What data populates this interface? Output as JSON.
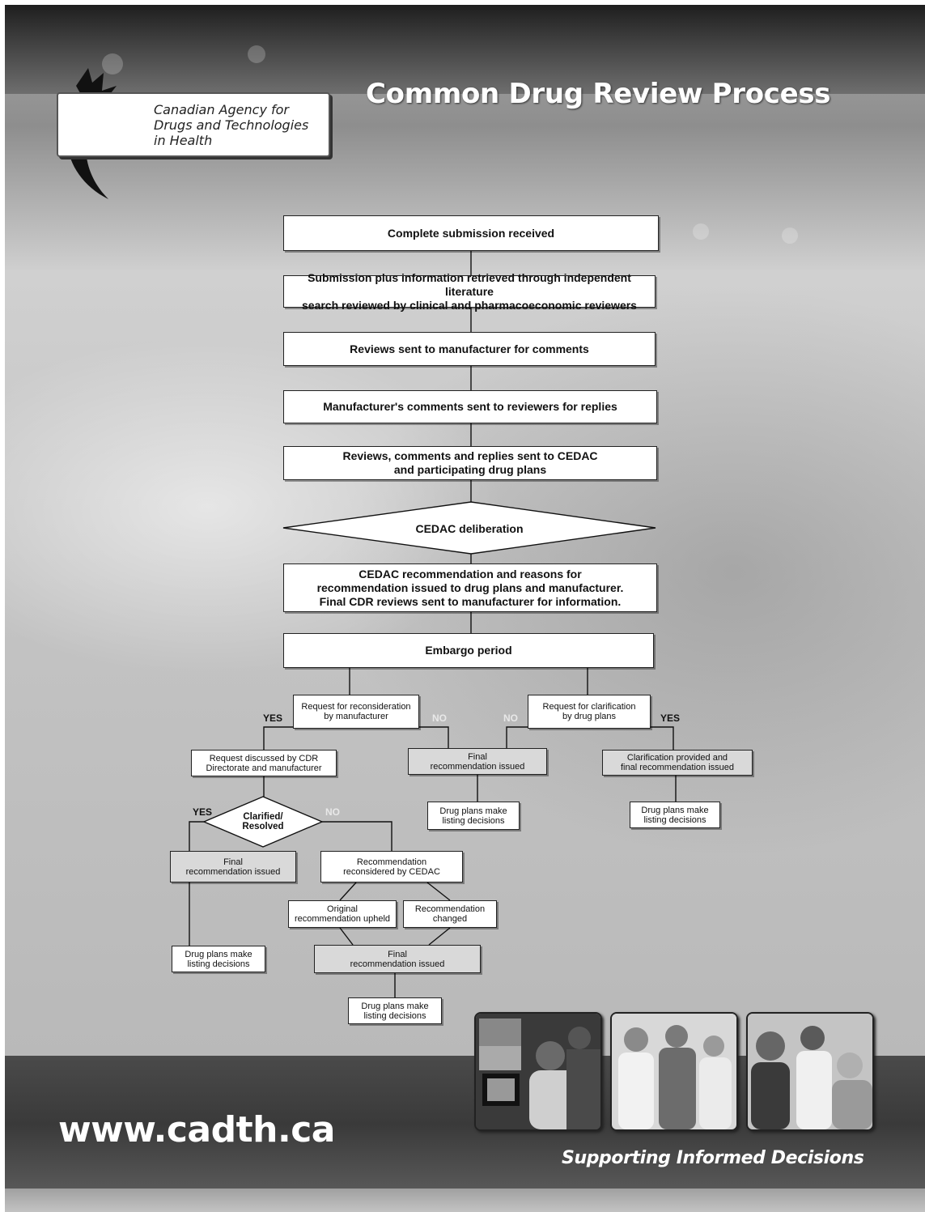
{
  "header": {
    "title": "Common Drug Review Process",
    "logo_lines": [
      "Canadian Agency for",
      "Drugs and Technologies",
      "in Health"
    ]
  },
  "flow": {
    "complete_submission": "Complete submission received",
    "submission_review": "Submission plus information retrieved through independent literature\nsearch reviewed by clinical and pharmacoeconomic reviewers",
    "reviews_sent": "Reviews sent to manufacturer for comments",
    "manufacturer_comments": "Manufacturer's comments sent to reviewers for replies",
    "reviews_to_cedac": "Reviews, comments and replies sent to CEDAC\nand participating drug plans",
    "cedac_deliberation": "CEDAC deliberation",
    "cedac_recommendation": "CEDAC recommendation and reasons for\nrecommendation issued to drug plans and manufacturer.\nFinal CDR reviews sent to manufacturer for information.",
    "embargo": "Embargo period",
    "request_reconsideration": "Request for reconsideration\nby manufacturer",
    "request_clarification": "Request for clarification\nby drug plans",
    "request_discussed": "Request discussed by CDR\nDirectorate and manufacturer",
    "final_rec_center": "Final\nrecommendation issued",
    "clarification_provided": "Clarification provided and\nfinal recommendation issued",
    "drug_plans_center": "Drug plans make\nlisting decisions",
    "drug_plans_right": "Drug plans make\nlisting decisions",
    "clarified_resolved": "Clarified/\nResolved",
    "final_rec_left": "Final\nrecommendation issued",
    "reconsidered_by_cedac": "Recommendation\nreconsidered by CEDAC",
    "original_upheld": "Original\nrecommendation upheld",
    "recommendation_changed": "Recommendation\nchanged",
    "final_rec_bottom": "Final\nrecommendation issued",
    "drug_plans_left": "Drug plans make\nlisting decisions",
    "drug_plans_bottom": "Drug plans make\nlisting decisions",
    "labels": {
      "yes_reconsideration": "YES",
      "no_reconsideration": "NO",
      "no_clarification": "NO",
      "yes_clarification": "YES",
      "yes_clarified": "YES",
      "no_clarified": "NO"
    }
  },
  "footer": {
    "website": "www.cadth.ca",
    "tagline": "Supporting Informed Decisions"
  }
}
